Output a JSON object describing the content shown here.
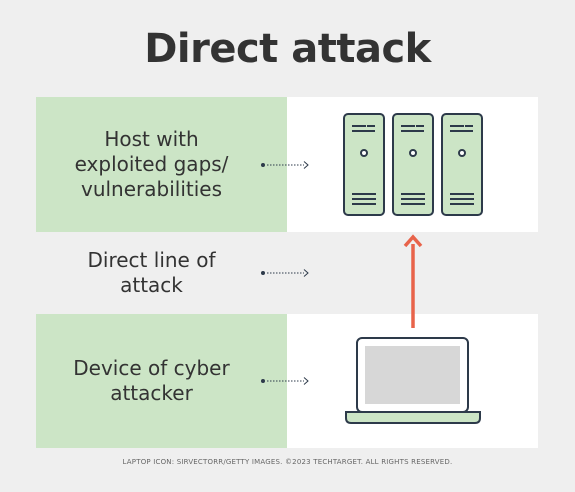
{
  "title": "Direct attack",
  "rows": [
    {
      "label": "Host with exploited gaps/ vulnerabilities",
      "icon": "server-rack-icon"
    },
    {
      "label": "Direct line of attack",
      "icon": "attack-arrow-icon"
    },
    {
      "label": "Device of cyber attacker",
      "icon": "laptop-icon"
    }
  ],
  "credit": "LAPTOP ICON: SIRVECTORR/GETTY IMAGES. ©2023 TECHTARGET. ALL RIGHTS RESERVED.",
  "colors": {
    "green_fill": "#cce5c6",
    "icon_stroke": "#2d3a4a",
    "arrow": "#e8634a",
    "laptop_screen": "#d7d7d7"
  }
}
